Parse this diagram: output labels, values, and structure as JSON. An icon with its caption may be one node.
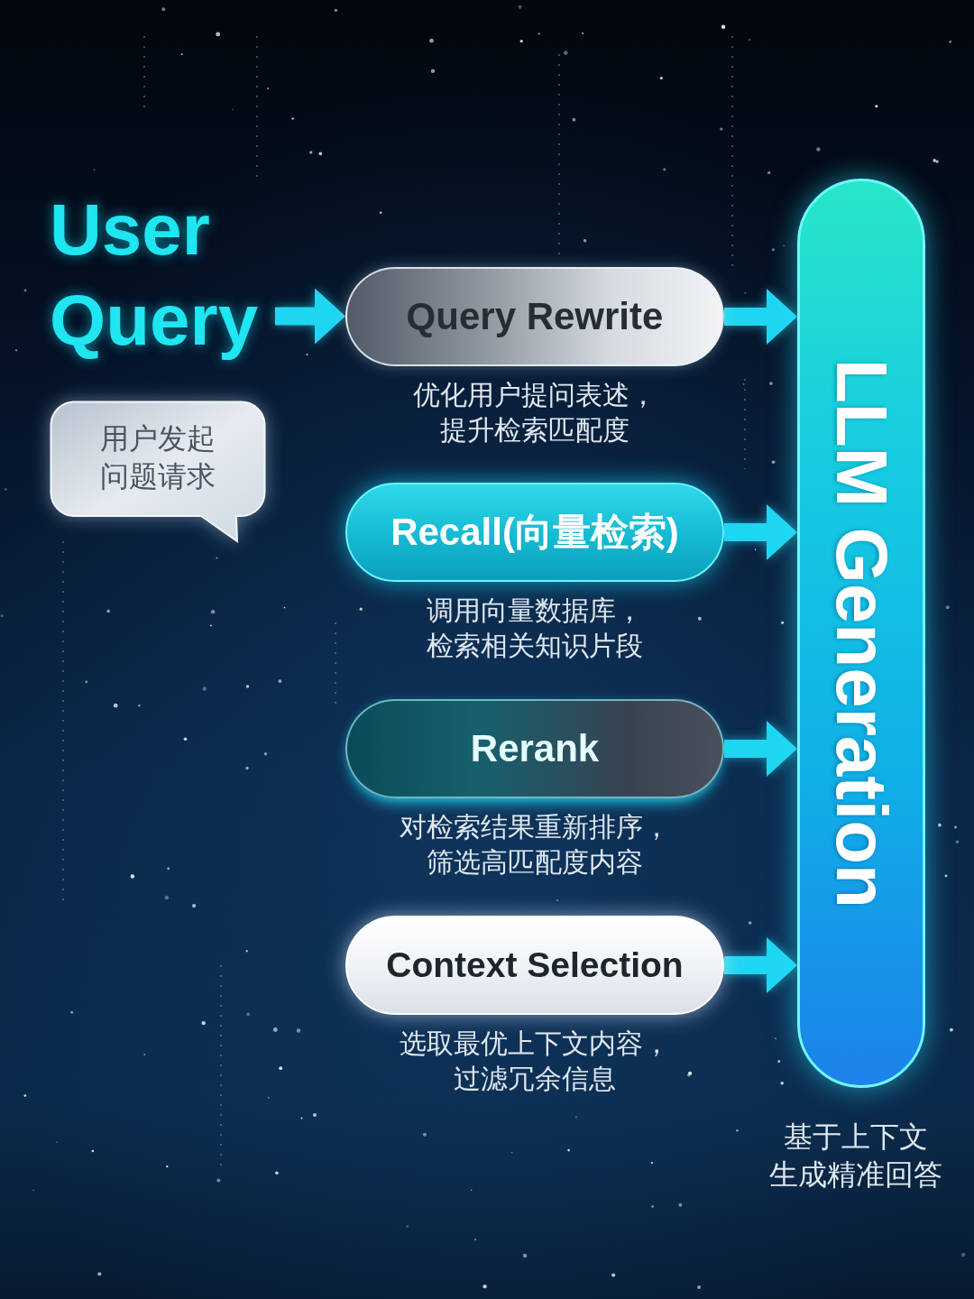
{
  "diagram": {
    "nodes": [
      {
        "text": [
          "User Query"
        ]
      },
      {
        "text": [
          "用户发起问题请求"
        ]
      },
      {
        "text": [
          "Query Rewrite"
        ],
        "beside": [
          "优化用户提问表述，提升检索匹配度"
        ]
      },
      {
        "text": [
          "Recall(向量检索)"
        ],
        "beside": [
          "调用向量数据库，检索相关知识片段"
        ]
      },
      {
        "text": [
          "Rerank"
        ],
        "beside": [
          "对检索结果重新排序，筛选高匹配度内容"
        ]
      },
      {
        "text": [
          "Context Selection"
        ],
        "beside": [
          "选取最优上下文内容，过滤冗余信息"
        ]
      },
      {
        "text": [
          "LLM Generation"
        ],
        "beside": [
          "基于上下文生成精准回答"
        ]
      }
    ],
    "edges": [
      {
        "from": 0,
        "to": 2,
        "arrow": "to"
      },
      {
        "from": 2,
        "to": 6,
        "arrow": "to"
      },
      {
        "from": 3,
        "to": 6,
        "arrow": "to"
      },
      {
        "from": 4,
        "to": 6,
        "arrow": "to"
      },
      {
        "from": 5,
        "to": 6,
        "arrow": "to"
      }
    ]
  }
}
